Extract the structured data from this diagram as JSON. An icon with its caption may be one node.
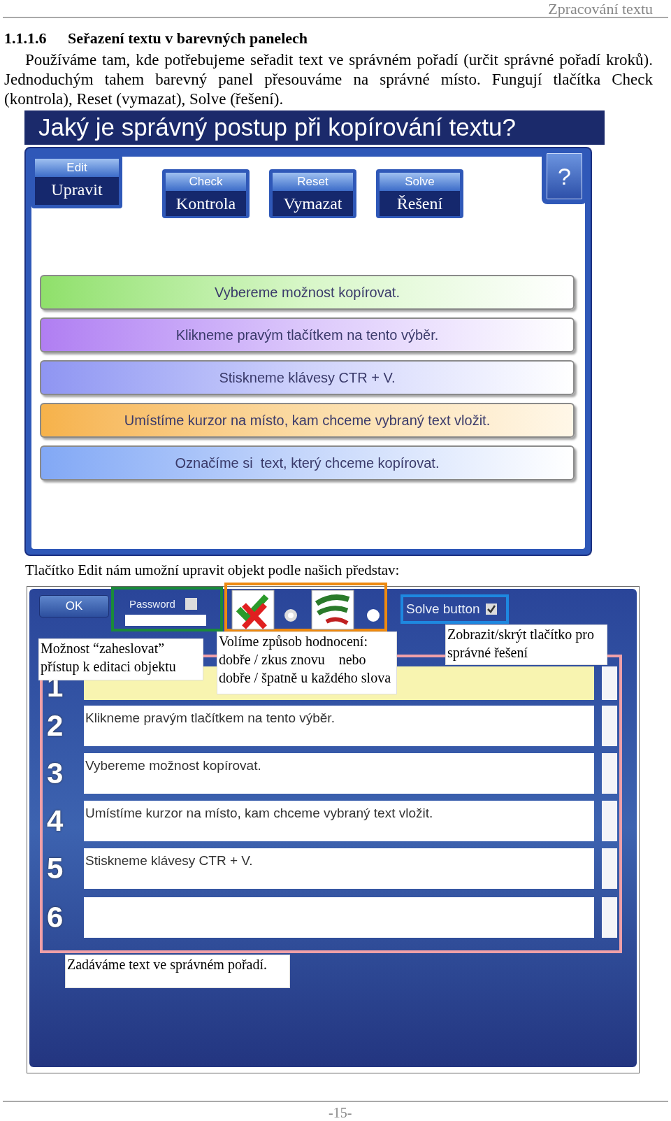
{
  "diagram": {
    "title": "Seřazení textu v barevných panelech",
    "nodes": [
      {
        "text": [
          "Jaký je správný postup při kopírování textu?"
        ]
      },
      {
        "text": [
          "Edit",
          "Upravit"
        ],
        "in": 0
      },
      {
        "text": [
          "Check",
          "Kontrola"
        ],
        "in": 0
      },
      {
        "text": [
          "Reset",
          "Vymazat"
        ],
        "in": 0
      },
      {
        "text": [
          "Solve",
          "Řešení"
        ],
        "in": 0
      },
      {
        "text": [
          "?"
        ],
        "in": 0
      },
      {
        "text": [
          "Vybereme možnost kopírovat."
        ],
        "in": 0
      },
      {
        "text": [
          "Klikneme pravým tlačítkem na tento výběr."
        ],
        "in": 0
      },
      {
        "text": [
          "Stiskneme klávesy CTR + V."
        ],
        "in": 0
      },
      {
        "text": [
          "Umístíme kurzor na místo, kam chceme vybraný text vložit."
        ],
        "in": 0
      },
      {
        "text": [
          "Označíme si  text, který chceme kopírovat."
        ],
        "in": 0
      },
      {
        "text": [],
        "shape": "box"
      },
      {
        "text": [
          "OK"
        ],
        "in": 11
      },
      {
        "text": [
          "Password"
        ],
        "in": 11
      },
      {
        "text": [],
        "shape": "box",
        "in": 11
      },
      {
        "text": [
          "Solve button"
        ],
        "in": 11
      },
      {
        "text": [
          "Možnost “zaheslovat” přístup k editaci objektu"
        ],
        "in": 11
      },
      {
        "text": [
          "Volíme způsob hodnocení: dobře / zkus znovu    nebo dobře / špatně u každého slova"
        ],
        "in": 11
      },
      {
        "text": [
          "Zobrazit/skrýt tlačítko pro správné řešení"
        ],
        "in": 11
      },
      {
        "text": [],
        "shape": "box",
        "in": 11
      },
      {
        "text": [
          "1"
        ],
        "in": 19
      },
      {
        "text": [
          "2",
          "Klikneme pravým tlačítkem na tento výběr."
        ],
        "in": 19
      },
      {
        "text": [
          "3",
          "Vybereme možnost kopírovat."
        ],
        "in": 19
      },
      {
        "text": [
          "4",
          "Umístíme kurzor na místo, kam chceme vybraný text vložit."
        ],
        "in": 19
      },
      {
        "text": [
          "5",
          "Stiskneme klávesy CTR + V."
        ],
        "in": 19
      },
      {
        "text": [
          "6"
        ],
        "in": 19
      },
      {
        "text": [
          "Zadáváme text ve správném pořadí."
        ],
        "in": 11
      }
    ],
    "edges": [],
    "labels": [
      "Zpracování textu",
      "1.1.1.6",
      "Používáme tam, kde potřebujeme seřadit text ve správném pořadí (určit správné pořadí kroků). Jednoduchým tahem barevný panel přesouváme na správné místo. Fungují tlačítka Check (kontrola), Reset (vymazat), Solve (řešení).",
      "Tlačítko Edit nám umožní upravit objekt podle našich představ:",
      "-15-"
    ]
  }
}
